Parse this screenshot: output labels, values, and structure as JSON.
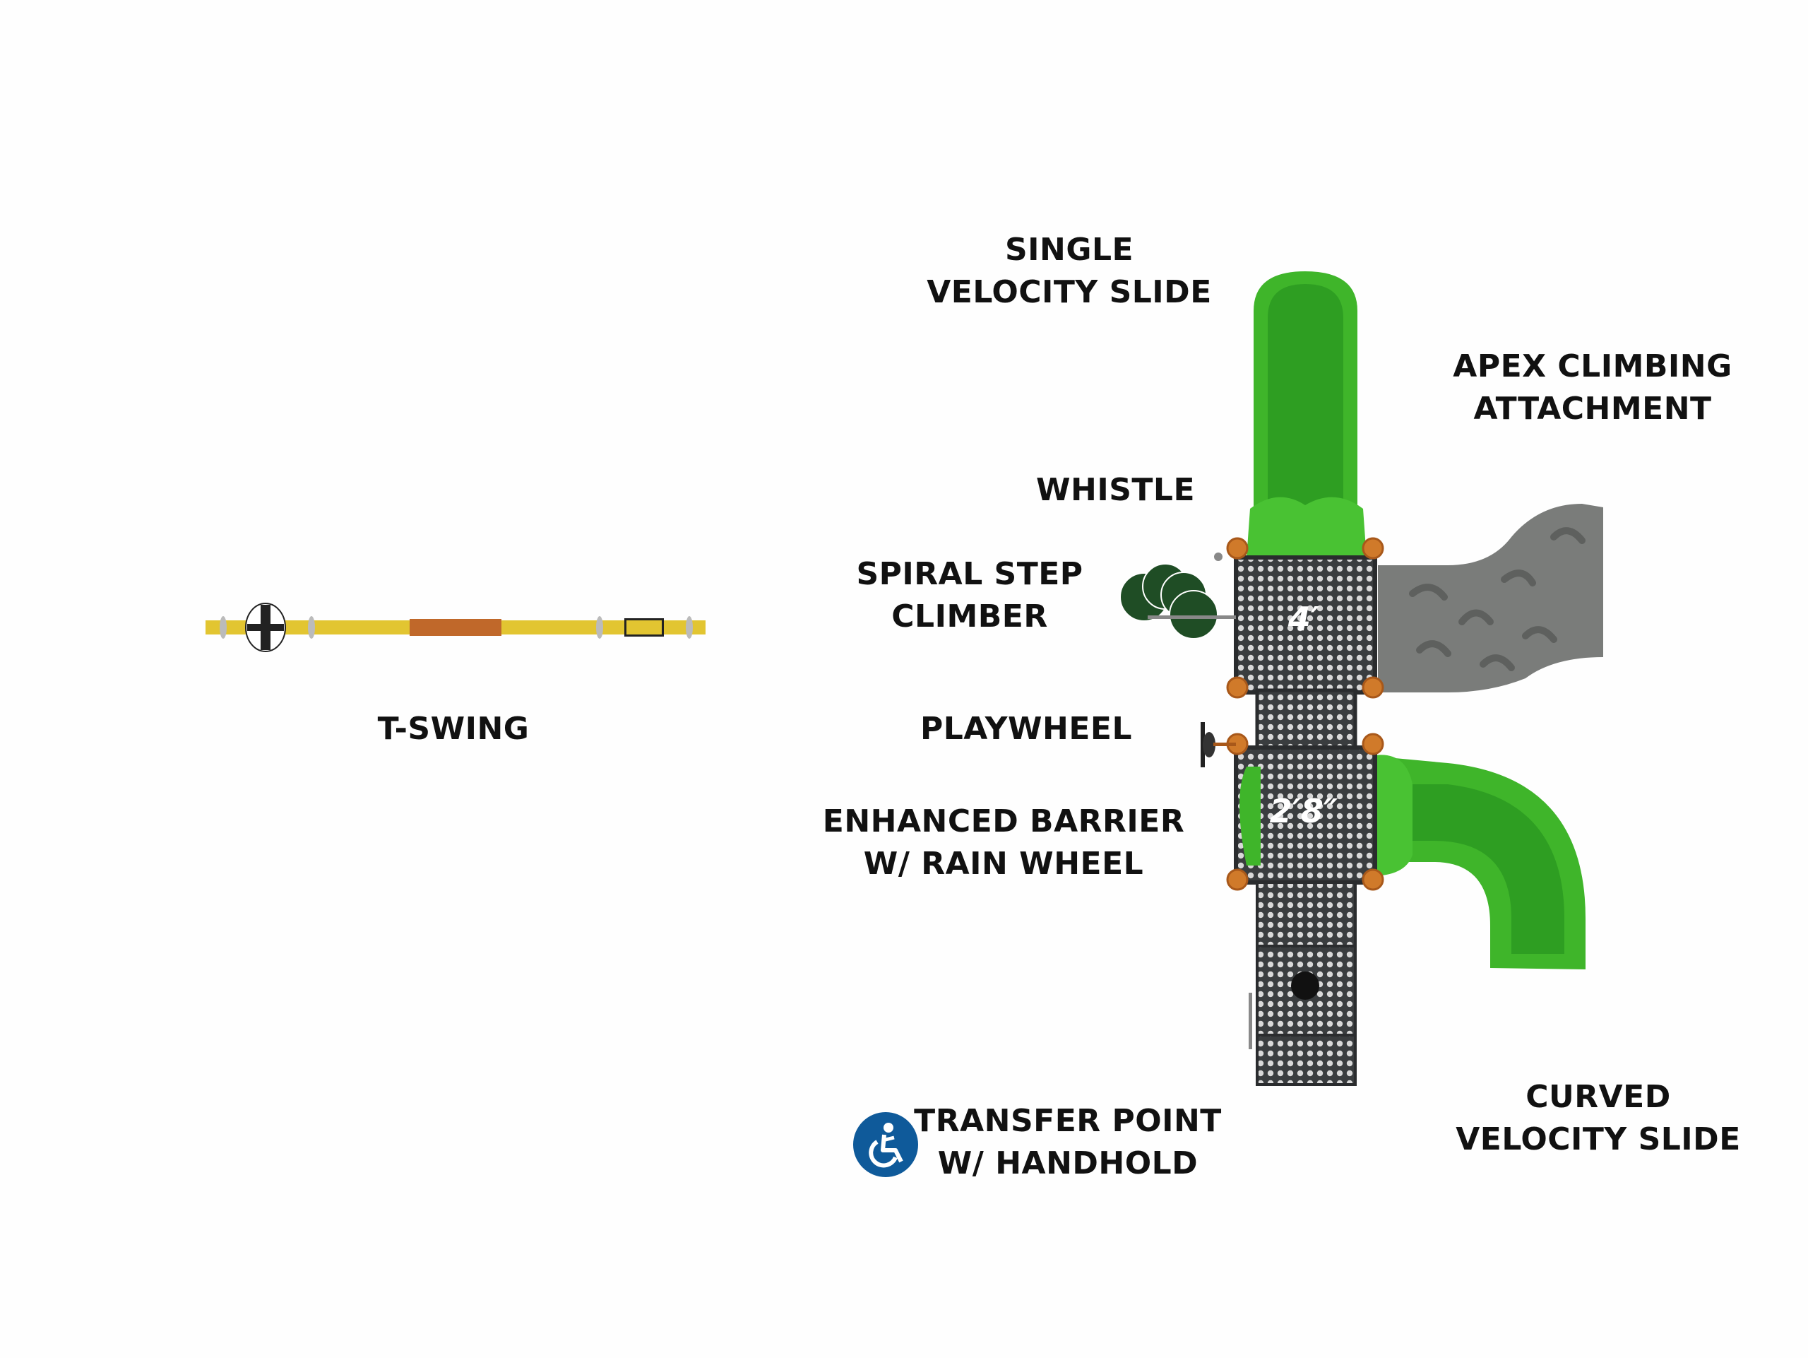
{
  "labels": {
    "single_velocity_slide": [
      "SINGLE",
      "VELOCITY SLIDE"
    ],
    "apex_climbing_attachment": [
      "APEX CLIMBING",
      "ATTACHMENT"
    ],
    "whistle": [
      "WHISTLE"
    ],
    "spiral_step_climber": [
      "SPIRAL STEP",
      "CLIMBER"
    ],
    "playwheel": [
      "PLAYWHEEL"
    ],
    "enhanced_barrier": [
      "ENHANCED BARRIER",
      "W/ RAIN WHEEL"
    ],
    "transfer_point": [
      "TRANSFER POINT",
      "W/ HANDHOLD"
    ],
    "curved_velocity_slide": [
      "CURVED",
      "VELOCITY SLIDE"
    ],
    "t_swing": [
      "T-SWING"
    ]
  },
  "deck_heights": {
    "upper": "4′",
    "lower": "2′8″"
  },
  "icons": {
    "accessibility": "wheelchair-accessible-icon"
  },
  "colors": {
    "slide_green": "#3fb52a",
    "deck": "#3a3d3f",
    "climber_gray": "#7a7c7a",
    "swing_yellow": "#e2c531",
    "clamp_orange": "#d07a2a",
    "accessibility_blue": "#0f5a9a"
  }
}
